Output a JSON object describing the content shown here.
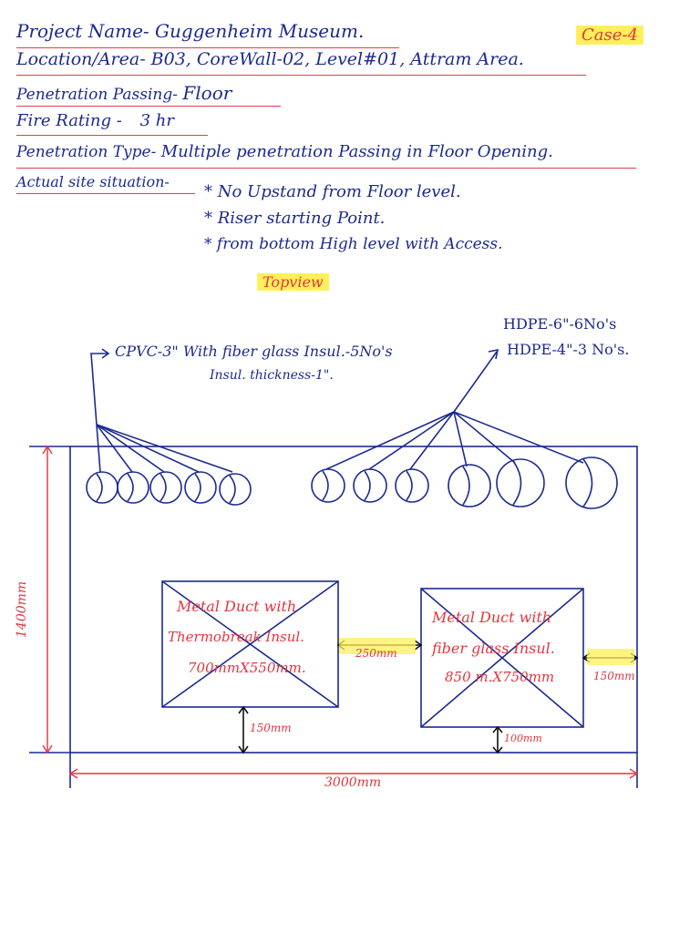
{
  "header": {
    "project_label": "Project Name-",
    "project_value": "Guggenheim Museum.",
    "case": "Case-4",
    "location_label": "Location/Area-",
    "location_value": "B03, CoreWall-02, Level#01, Attram Area.",
    "penetration_passing_label": "Penetration Passing-",
    "penetration_passing_value": "Floor",
    "fire_rating_label": "Fire Rating -",
    "fire_rating_value": "3 hr",
    "penetration_type_label": "Penetration Type-",
    "penetration_type_value": "Multiple penetration Passing in Floor Opening.",
    "site_situation_label": "Actual site situation-",
    "site_situation_items": [
      "* No Upstand from Floor level.",
      "* Riser starting Point.",
      "* from bottom High level with Access."
    ]
  },
  "drawing": {
    "view_label": "Topview",
    "cpvc_label": "CPVC-3\" With fiber glass Insul.-5No's",
    "cpvc_thickness": "Insul. thickness-1\".",
    "hdpe_6_label": "HDPE-6\"-6No's",
    "hdpe_4_label": "HDPE-4\"-3 No's.",
    "duct1_line1": "Metal Duct with",
    "duct1_line2": "Thermobreak Insul.",
    "duct1_line3": "700mmX550mm.",
    "duct2_line1": "Metal Duct with",
    "duct2_line2": "fiber glass Insul.",
    "duct2_line3": "850 m.X750mm",
    "gap_between_ducts": "250mm",
    "gap_right": "150mm",
    "gap_below_duct1": "150mm",
    "gap_below_duct2": "100mm",
    "opening_height": "1400mm",
    "opening_width": "3000mm",
    "ink_color": "#1c2a8f",
    "annotation_color": "#e2363f",
    "highlight_color": "#fff05a"
  }
}
